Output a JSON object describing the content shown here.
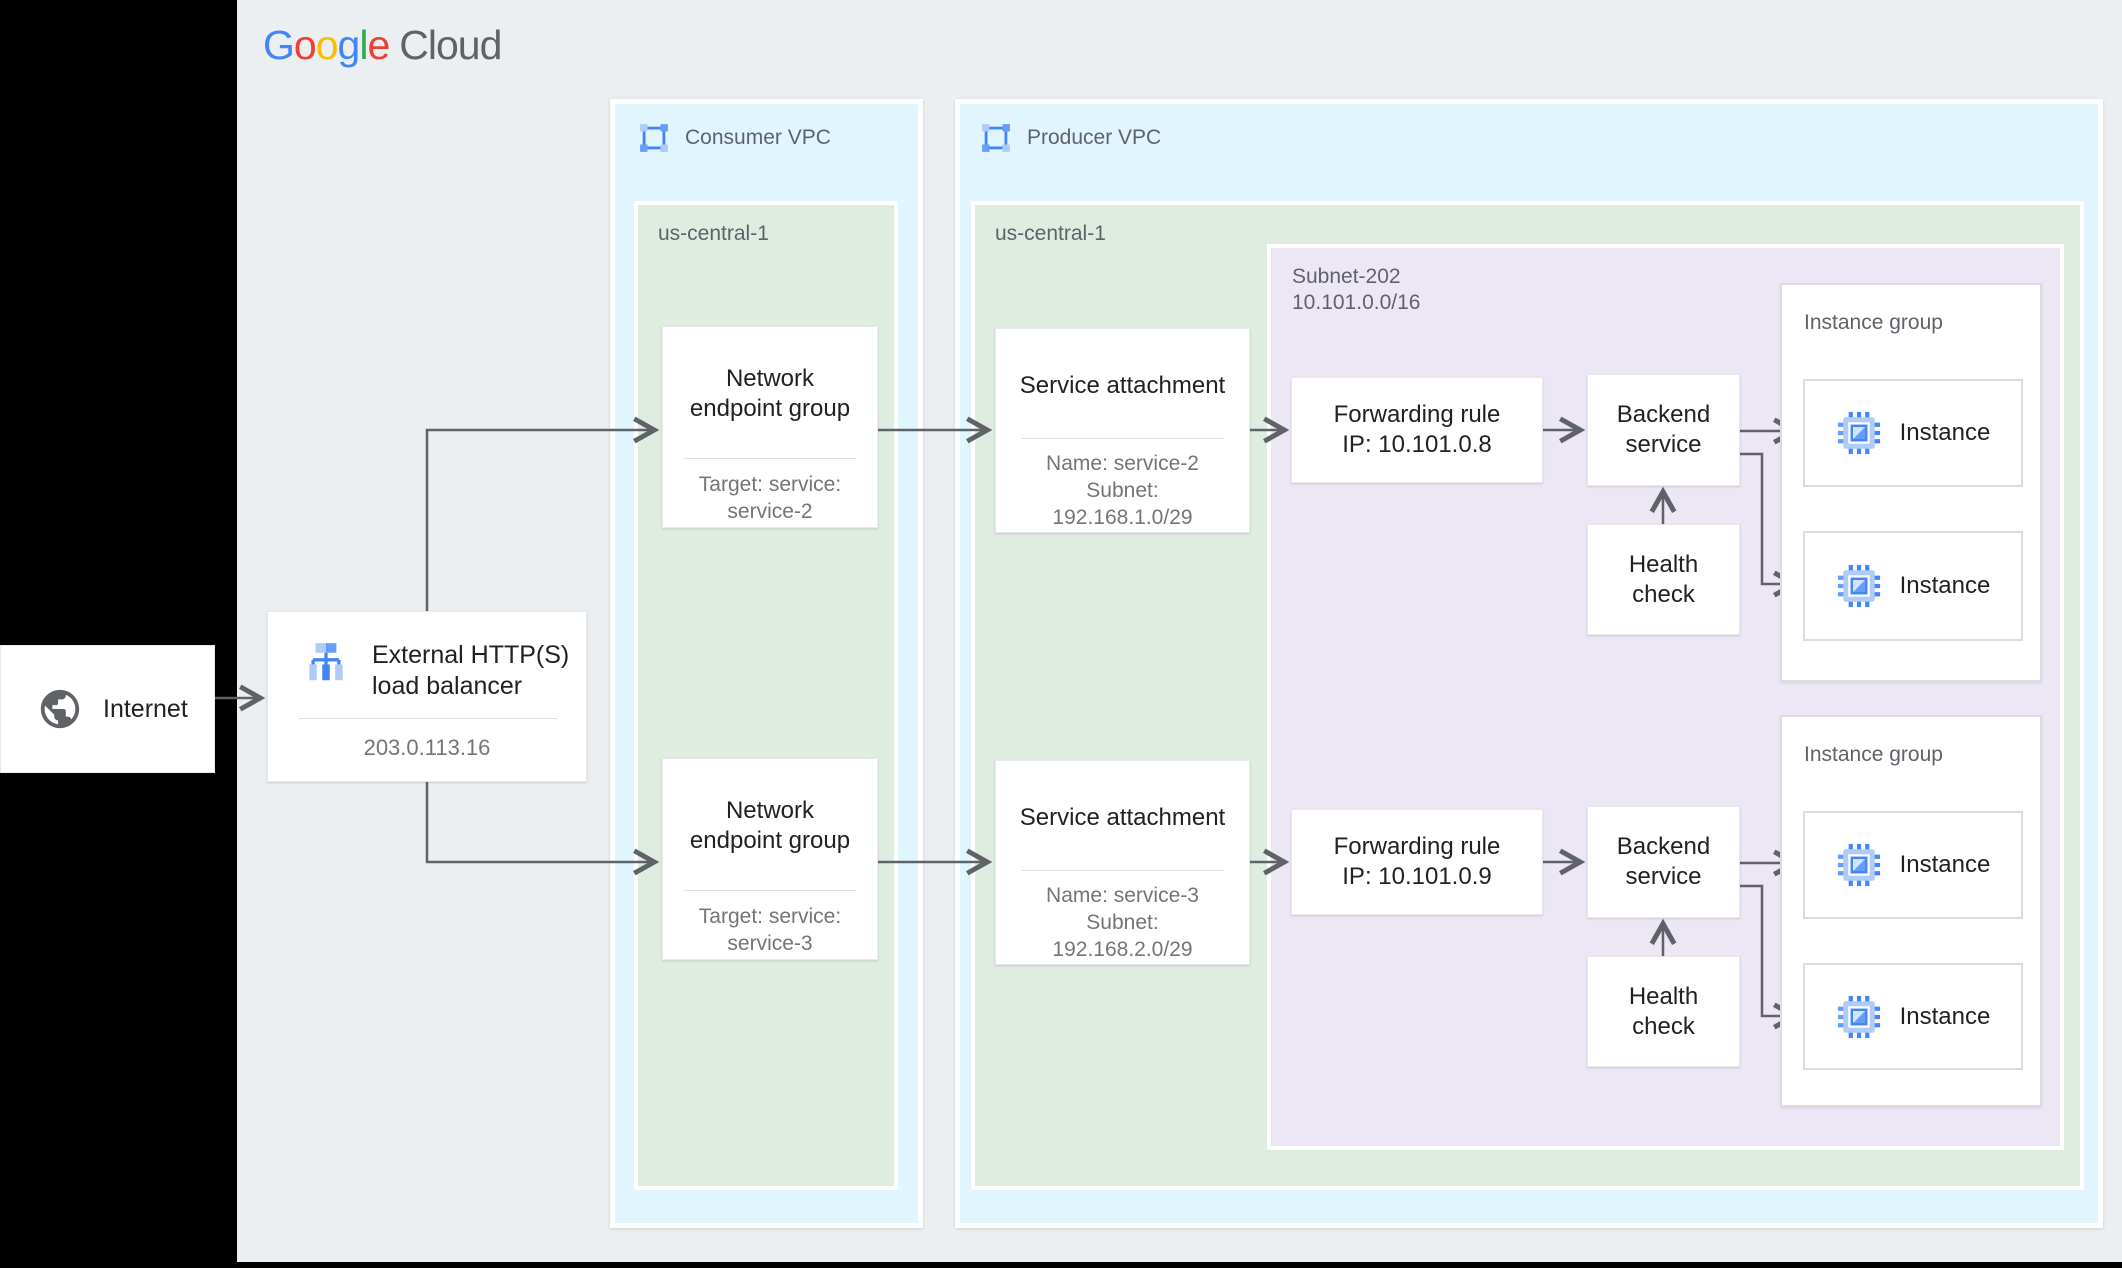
{
  "logo": {
    "letters": [
      {
        "ch": "G",
        "color": "#4285F4"
      },
      {
        "ch": "o",
        "color": "#EA4335"
      },
      {
        "ch": "o",
        "color": "#FBBC04"
      },
      {
        "ch": "g",
        "color": "#4285F4"
      },
      {
        "ch": "l",
        "color": "#34A853"
      },
      {
        "ch": "e",
        "color": "#EA4335"
      }
    ],
    "suffix": "Cloud"
  },
  "internet": {
    "label": "Internet"
  },
  "load_balancer": {
    "title_line1": "External HTTP(S)",
    "title_line2": "load balancer",
    "ip": "203.0.113.16"
  },
  "consumer_vpc": {
    "label": "Consumer VPC",
    "region": "us-central-1",
    "negs": [
      {
        "title_line1": "Network",
        "title_line2": "endpoint group",
        "target_line1": "Target: service:",
        "target_line2": "service-2"
      },
      {
        "title_line1": "Network",
        "title_line2": "endpoint group",
        "target_line1": "Target: service:",
        "target_line2": "service-3"
      }
    ]
  },
  "producer_vpc": {
    "label": "Producer VPC",
    "region": "us-central-1",
    "subnet": {
      "name": "Subnet-202",
      "cidr": "10.101.0.0/16"
    },
    "service_attachments": [
      {
        "title": "Service attachment",
        "name": "Name: service-2",
        "subnet_label": "Subnet:",
        "subnet_cidr": "192.168.1.0/29"
      },
      {
        "title": "Service attachment",
        "name": "Name: service-3",
        "subnet_label": "Subnet:",
        "subnet_cidr": "192.168.2.0/29"
      }
    ],
    "forwarding_rules": [
      {
        "title": "Forwarding rule",
        "ip": "IP: 10.101.0.8"
      },
      {
        "title": "Forwarding rule",
        "ip": "IP: 10.101.0.9"
      }
    ],
    "backend_service": {
      "line1": "Backend",
      "line2": "service"
    },
    "health_check": {
      "line1": "Health",
      "line2": "check"
    },
    "instance_groups": [
      {
        "label": "Instance group",
        "instances": [
          "Instance",
          "Instance"
        ]
      },
      {
        "label": "Instance group",
        "instances": [
          "Instance",
          "Instance"
        ]
      }
    ]
  },
  "colors": {
    "canvas_bg": "#ECEFF1",
    "vpc_bg": "#E1F5FE",
    "region_bg": "#DFEDE1",
    "subnet_bg": "#ECE6F5",
    "arrow": "#5F6368",
    "google_blue": "#4285F4",
    "google_mid_blue": "#669DF6",
    "google_light_blue": "#AECBFA",
    "title_text": "#202124",
    "secondary_text": "#757575",
    "label_text": "#5F6368"
  }
}
